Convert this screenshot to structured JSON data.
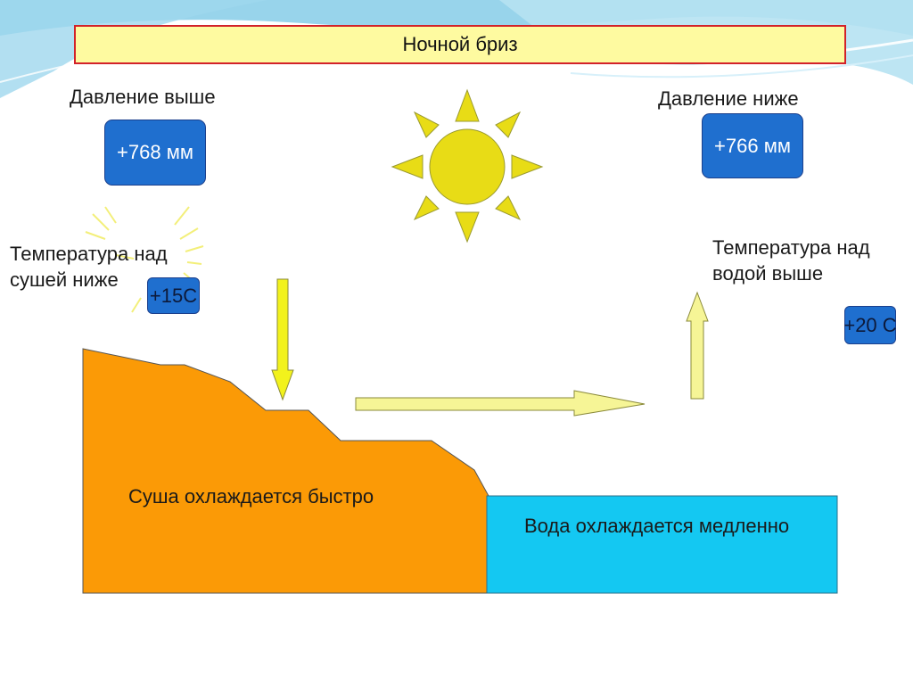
{
  "title": "Ночной бриз",
  "left": {
    "pressure_label": "Давление выше",
    "pressure_value": "+768 мм",
    "temp_label_line1": "Температура над",
    "temp_label_line2": "сушей ниже",
    "temp_value": "+15С"
  },
  "right": {
    "pressure_label": "Давление ниже",
    "pressure_value": "+766 мм",
    "temp_label_line1": "Температура над",
    "temp_label_line2": "водой выше",
    "temp_value": "+20 С"
  },
  "land_text": "Суша охлаждается быстро",
  "water_text": "Вода охлаждается медленно",
  "colors": {
    "title_fill": "#fefaa0",
    "title_border": "#d2222a",
    "pressure_box": "#1f6fcf",
    "sun": "#e8dc16",
    "arrow": "#f6f596",
    "down_arrow": "#f2f21c",
    "land": "#fb9a06",
    "water": "#14c8f2"
  },
  "icons": [
    "sun-icon",
    "sparkle-icon",
    "down-arrow-icon",
    "up-arrow-icon",
    "right-arrow-icon"
  ]
}
